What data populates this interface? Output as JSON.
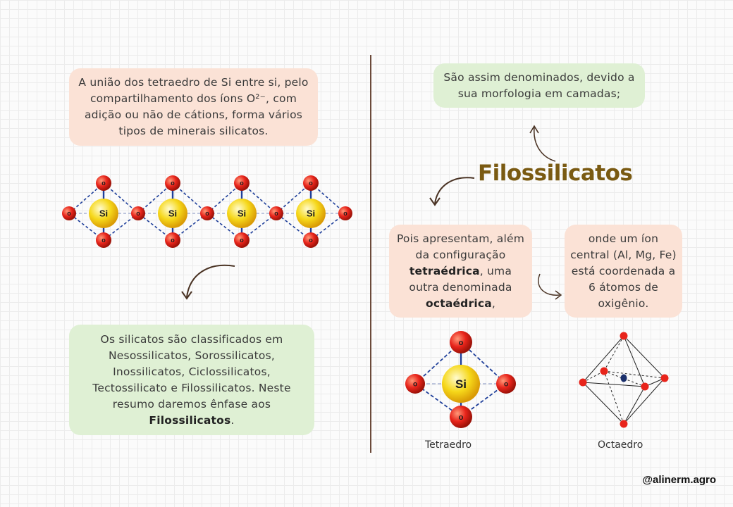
{
  "left": {
    "intro_text": "A união dos tetraedro de Si entre si, pelo compartilhamento dos íons O²⁻, com adição ou não de cátions, forma vários tipos de minerais silicatos.",
    "classification_text_before": "Os silicatos são classificados em Nesossilicatos, Sorossilicatos, Inossilicatos, Ciclossilicatos, Tectossilicato e Filossilicatos. Neste resumo daremos ênfase aos",
    "classification_bold": "Filossilicatos",
    "classification_after": ".",
    "chain_si_label": "Si",
    "chain_o_label": "o"
  },
  "right": {
    "title": "Filossilicatos",
    "morphology_text": "São assim denominados, devido a sua morfologia em camadas;",
    "config_text_1": "Pois  apresentam, além da configuração",
    "config_bold_1": "tetraédrica",
    "config_text_2": ", uma outra denominada",
    "config_bold_2": "octaédrica",
    "config_text_3": ",",
    "ion_text": "onde um íon central (Al, Mg, Fe) está coordenada a 6 átomos de oxigênio.",
    "tetra_caption": "Tetraedro",
    "octa_caption": "Octaedro"
  },
  "credit": "@alinerm.agro",
  "colors": {
    "peach": "#fbe2d6",
    "green": "#dff0d4",
    "title": "#7a5a12",
    "oxygen": "#e8241b",
    "silicon": "#f6d81a",
    "bond": "#1f3f9a"
  }
}
